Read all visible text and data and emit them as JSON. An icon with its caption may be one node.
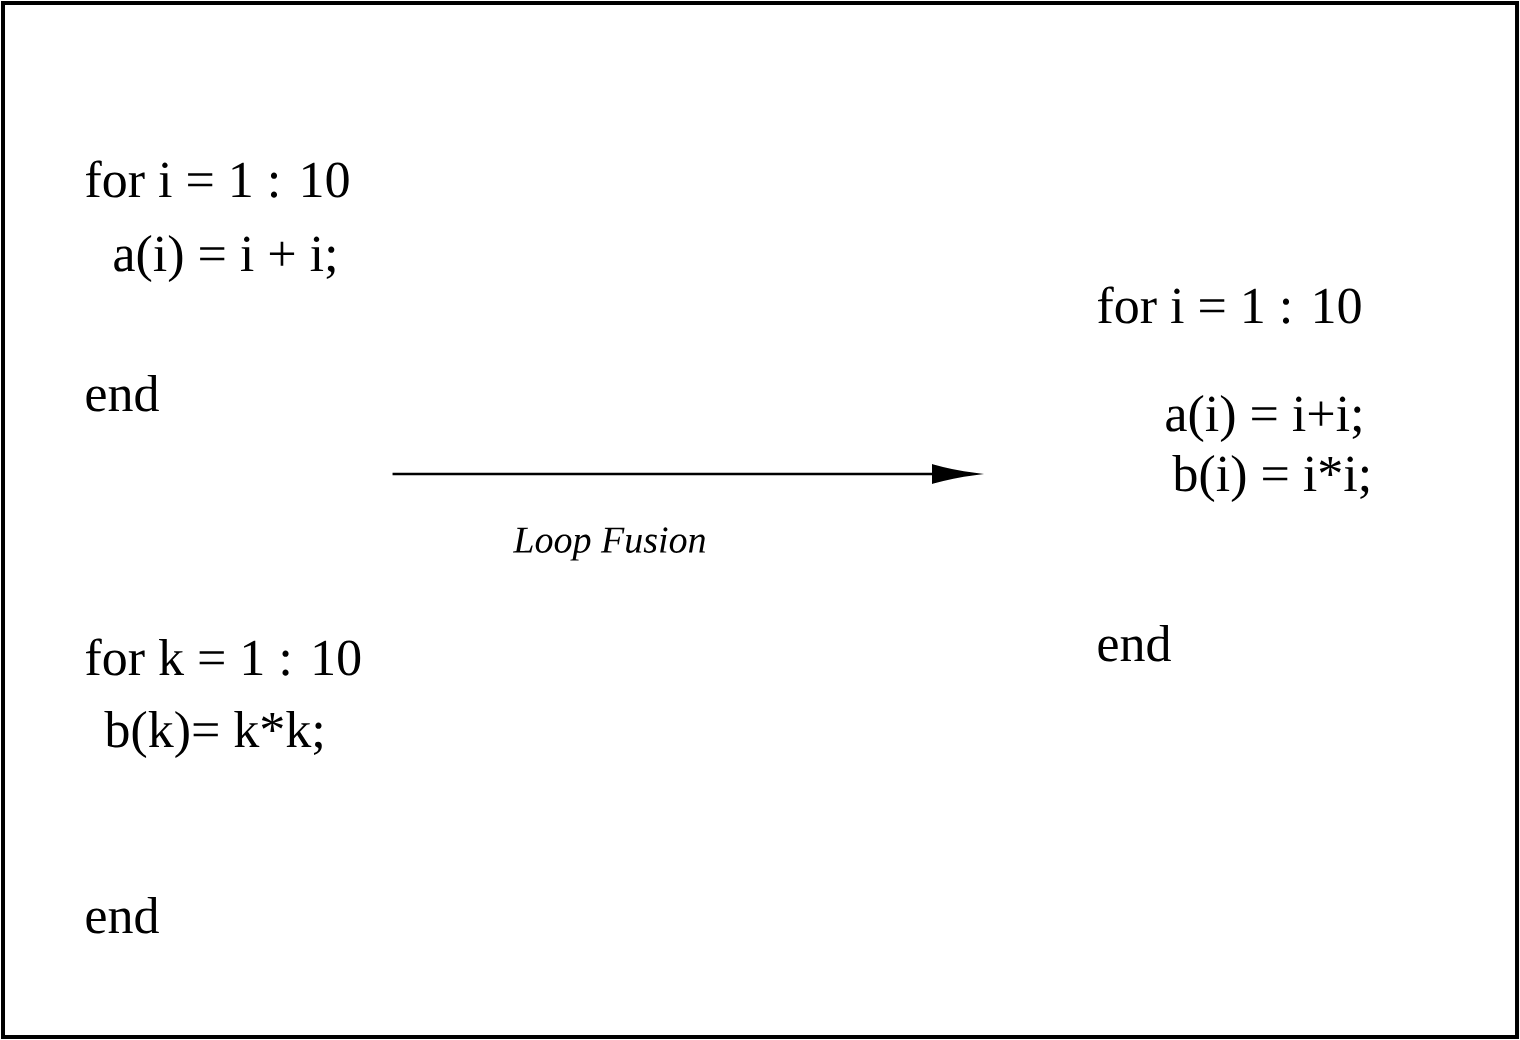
{
  "diagram": {
    "nodes": [
      {
        "text": [
          "for i = 1 : 10",
          "a(i) = i + i;",
          "end",
          "for k = 1 : 10",
          "b(k)= k*k;",
          "end"
        ]
      },
      {
        "text": [
          "for i = 1 : 10",
          "a(i) = i+i;",
          "b(i) = i*i;",
          "end"
        ]
      }
    ],
    "edges": [
      {
        "from": 0,
        "to": 1,
        "arrow": "to",
        "label": "Loop Fusion"
      }
    ]
  }
}
